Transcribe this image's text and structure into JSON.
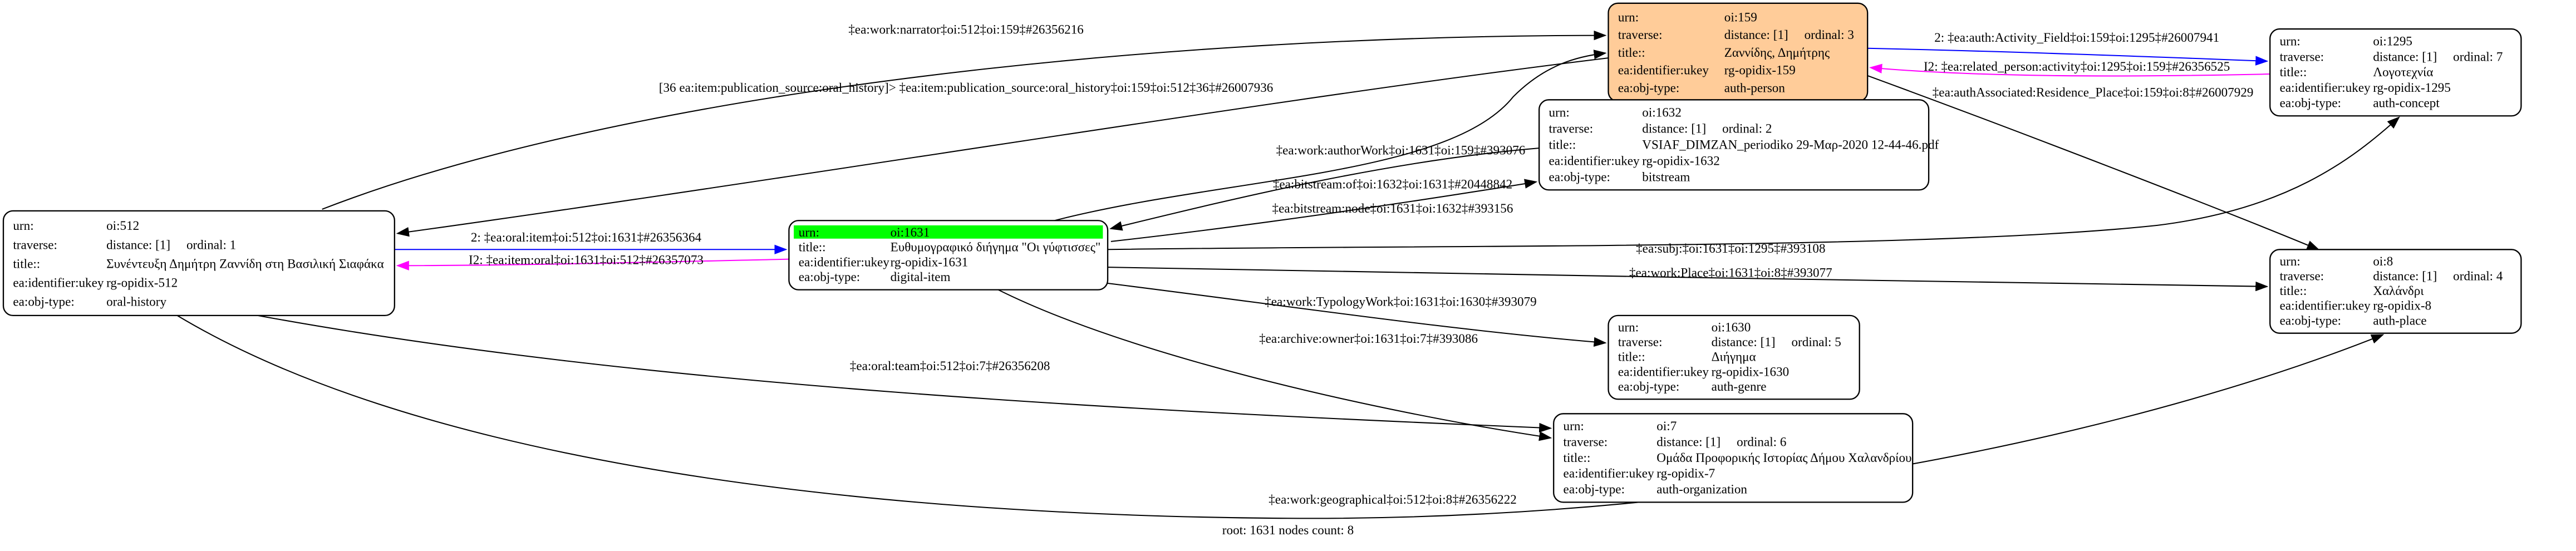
{
  "nodes": [
    {
      "id": "oi:512",
      "rows": [
        [
          "urn:",
          "oi:512"
        ],
        [
          "traverse:",
          "distance: [1]     ordinal: 1"
        ],
        [
          "title::",
          "Συνέντευξη Δημήτρη Ζαννίδη στη Βασιλική Σιαφάκα"
        ],
        [
          "ea:identifier:ukey",
          "rg-opidix-512"
        ],
        [
          "ea:obj-type:",
          "oral-history"
        ]
      ],
      "fill": "#ffffff"
    },
    {
      "id": "oi:1631",
      "rows": [
        [
          "urn:",
          "oi:1631"
        ],
        [
          "title::",
          "Ευθυμογραφικό διήγημα \"Οι γύφτισσες\""
        ],
        [
          "ea:identifier:ukey",
          "rg-opidix-1631"
        ],
        [
          "ea:obj-type:",
          "digital-item"
        ]
      ],
      "fill": "#ffffff",
      "highlight": "#00ff00"
    },
    {
      "id": "oi:159",
      "rows": [
        [
          "urn:",
          "oi:159"
        ],
        [
          "traverse:",
          "distance: [1]     ordinal: 3"
        ],
        [
          "title::",
          "Ζαννίδης, Δημήτρης"
        ],
        [
          "ea:identifier:ukey",
          "rg-opidix-159"
        ],
        [
          "ea:obj-type:",
          "auth-person"
        ]
      ],
      "fill": "#ffcc99"
    },
    {
      "id": "oi:1632",
      "rows": [
        [
          "urn:",
          "oi:1632"
        ],
        [
          "traverse:",
          "distance: [1]     ordinal: 2"
        ],
        [
          "title::",
          "VSIAF_DIMZAN_periodiko 29-Μαρ-2020 12-44-46.pdf"
        ],
        [
          "ea:identifier:ukey",
          "rg-opidix-1632"
        ],
        [
          "ea:obj-type:",
          "bitstream"
        ]
      ],
      "fill": "#ffffff"
    },
    {
      "id": "oi:1295",
      "rows": [
        [
          "urn:",
          "oi:1295"
        ],
        [
          "traverse:",
          "distance: [1]     ordinal: 7"
        ],
        [
          "title::",
          "Λογοτεχνία"
        ],
        [
          "ea:identifier:ukey",
          "rg-opidix-1295"
        ],
        [
          "ea:obj-type:",
          "auth-concept"
        ]
      ],
      "fill": "#ffffff"
    },
    {
      "id": "oi:8",
      "rows": [
        [
          "urn:",
          "oi:8"
        ],
        [
          "traverse:",
          "distance: [1]     ordinal: 4"
        ],
        [
          "title::",
          "Χαλάνδρι"
        ],
        [
          "ea:identifier:ukey",
          "rg-opidix-8"
        ],
        [
          "ea:obj-type:",
          "auth-place"
        ]
      ],
      "fill": "#ffffff"
    },
    {
      "id": "oi:1630",
      "rows": [
        [
          "urn:",
          "oi:1630"
        ],
        [
          "traverse:",
          "distance: [1]     ordinal: 5"
        ],
        [
          "title::",
          "Διήγημα"
        ],
        [
          "ea:identifier:ukey",
          "rg-opidix-1630"
        ],
        [
          "ea:obj-type:",
          "auth-genre"
        ]
      ],
      "fill": "#ffffff"
    },
    {
      "id": "oi:7",
      "rows": [
        [
          "urn:",
          "oi:7"
        ],
        [
          "traverse:",
          "distance: [1]     ordinal: 6"
        ],
        [
          "title::",
          "Ομάδα Προφορικής Ιστορίας Δήμου Χαλανδρίου"
        ],
        [
          "ea:identifier:ukey",
          "rg-opidix-7"
        ],
        [
          "ea:obj-type:",
          "auth-organization"
        ]
      ],
      "fill": "#ffffff"
    }
  ],
  "edges": [
    {
      "from": "oi:512",
      "to": "oi:159",
      "label": "‡ea:work:narrator‡oi:512‡oi:159‡#26356216",
      "color": "#000000"
    },
    {
      "from": "oi:159",
      "to": "oi:512",
      "label": "[36 ea:item:publication_source:oral_history]> ‡ea:item:publication_source:oral_history‡oi:159‡oi:512‡36‡#26007936",
      "color": "#000000"
    },
    {
      "from": "oi:1631",
      "to": "oi:159",
      "label": "‡ea:work:authorWork‡oi:1631‡oi:159‡#393076",
      "color": "#000000"
    },
    {
      "from": "oi:1632",
      "to": "oi:1631",
      "label": "‡ea:bitstream:of‡oi:1632‡oi:1631‡#20448842",
      "color": "#000000"
    },
    {
      "from": "oi:1631",
      "to": "oi:1632",
      "label": "‡ea:bitstream:node‡oi:1631‡oi:1632‡#393156",
      "color": "#000000"
    },
    {
      "from": "oi:512",
      "to": "oi:1631",
      "label": "2: ‡ea:oral:item‡oi:512‡oi:1631‡#26356364",
      "color": "#0000ff"
    },
    {
      "from": "oi:1631",
      "to": "oi:512",
      "label": "I2: ‡ea:item:oral‡oi:1631‡oi:512‡#26357073",
      "color": "#ff00ff"
    },
    {
      "from": "oi:1631",
      "to": "oi:1295",
      "label": "‡ea:subj:‡oi:1631‡oi:1295‡#393108",
      "color": "#000000"
    },
    {
      "from": "oi:1631",
      "to": "oi:8",
      "label": "‡ea:work:Place‡oi:1631‡oi:8‡#393077",
      "color": "#000000"
    },
    {
      "from": "oi:159",
      "to": "oi:1295",
      "label": "2: ‡ea:auth:Activity_Field‡oi:159‡oi:1295‡#26007941",
      "color": "#0000ff"
    },
    {
      "from": "oi:1295",
      "to": "oi:159",
      "label": "I2: ‡ea:related_person:activity‡oi:1295‡oi:159‡#26356525",
      "color": "#ff00ff"
    },
    {
      "from": "oi:159",
      "to": "oi:8",
      "label": "‡ea:authAssociated:Residence_Place‡oi:159‡oi:8‡#26007929",
      "color": "#000000"
    },
    {
      "from": "oi:1631",
      "to": "oi:1630",
      "label": "‡ea:work:TypologyWork‡oi:1631‡oi:1630‡#393079",
      "color": "#000000"
    },
    {
      "from": "oi:1631",
      "to": "oi:7",
      "label": "‡ea:archive:owner‡oi:1631‡oi:7‡#393086",
      "color": "#000000"
    },
    {
      "from": "oi:512",
      "to": "oi:7",
      "label": "‡ea:oral:team‡oi:512‡oi:7‡#26356208",
      "color": "#000000"
    },
    {
      "from": "oi:512",
      "to": "oi:8",
      "label": "‡ea:work:geographical‡oi:512‡oi:8‡#26356222",
      "color": "#000000"
    }
  ],
  "footer": "root: 1631 nodes count: 8"
}
